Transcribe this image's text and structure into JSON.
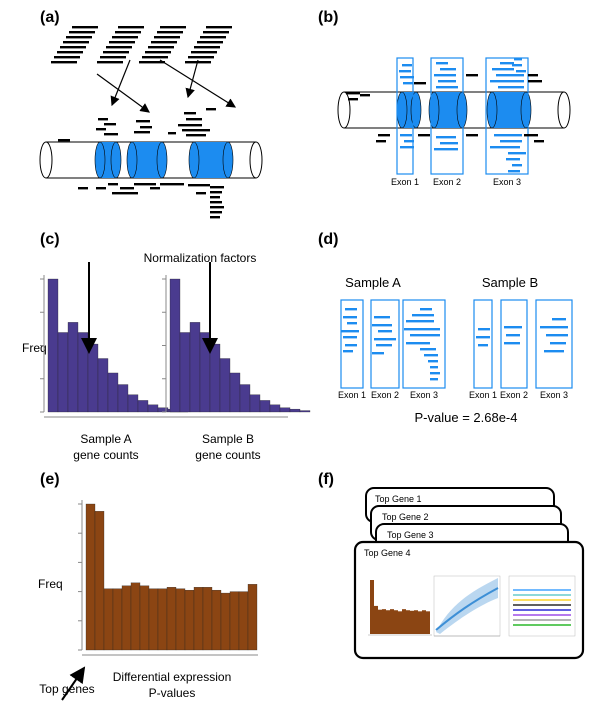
{
  "panels": {
    "a": {
      "label": "(a)"
    },
    "b": {
      "label": "(b)",
      "exons": [
        "Exon 1",
        "Exon 2",
        "Exon 3"
      ]
    },
    "c": {
      "label": "(c)",
      "title": "Normalization factors",
      "ylabel": "Freq",
      "sample_a_line1": "Sample A",
      "sample_a_line2": "gene counts",
      "sample_b_line1": "Sample B",
      "sample_b_line2": "gene counts"
    },
    "d": {
      "label": "(d)",
      "sample_a": "Sample A",
      "sample_b": "Sample B",
      "exons": [
        "Exon 1",
        "Exon 2",
        "Exon 3"
      ],
      "pvalue": "P-value = 2.68e-4"
    },
    "e": {
      "label": "(e)",
      "ylabel": "Freq",
      "top_genes": "Top genes",
      "xlabel_line1": "Differential expression",
      "xlabel_line2": "P-values"
    },
    "f": {
      "label": "(f)",
      "cards": [
        "Top Gene 1",
        "Top Gene 2",
        "Top Gene 3",
        "Top Gene 4"
      ]
    }
  },
  "colors": {
    "exon": "#1c8cf0",
    "hist_c": "#4a3b8f",
    "hist_e": "#8b4513",
    "read": "#000000"
  },
  "chart_data": [
    {
      "type": "bar",
      "panel": "c-sample-a",
      "values": [
        92,
        55,
        62,
        55,
        47,
        37,
        27,
        19,
        12,
        8,
        5,
        3,
        2,
        1
      ]
    },
    {
      "type": "bar",
      "panel": "c-sample-b",
      "values": [
        92,
        55,
        62,
        55,
        47,
        37,
        27,
        19,
        12,
        8,
        5,
        3,
        2,
        1
      ]
    },
    {
      "type": "bar",
      "panel": "e",
      "values": [
        100,
        95,
        42,
        42,
        44,
        46,
        44,
        42,
        42,
        43,
        42,
        41,
        43,
        43,
        41,
        39,
        40,
        40,
        45
      ]
    }
  ]
}
